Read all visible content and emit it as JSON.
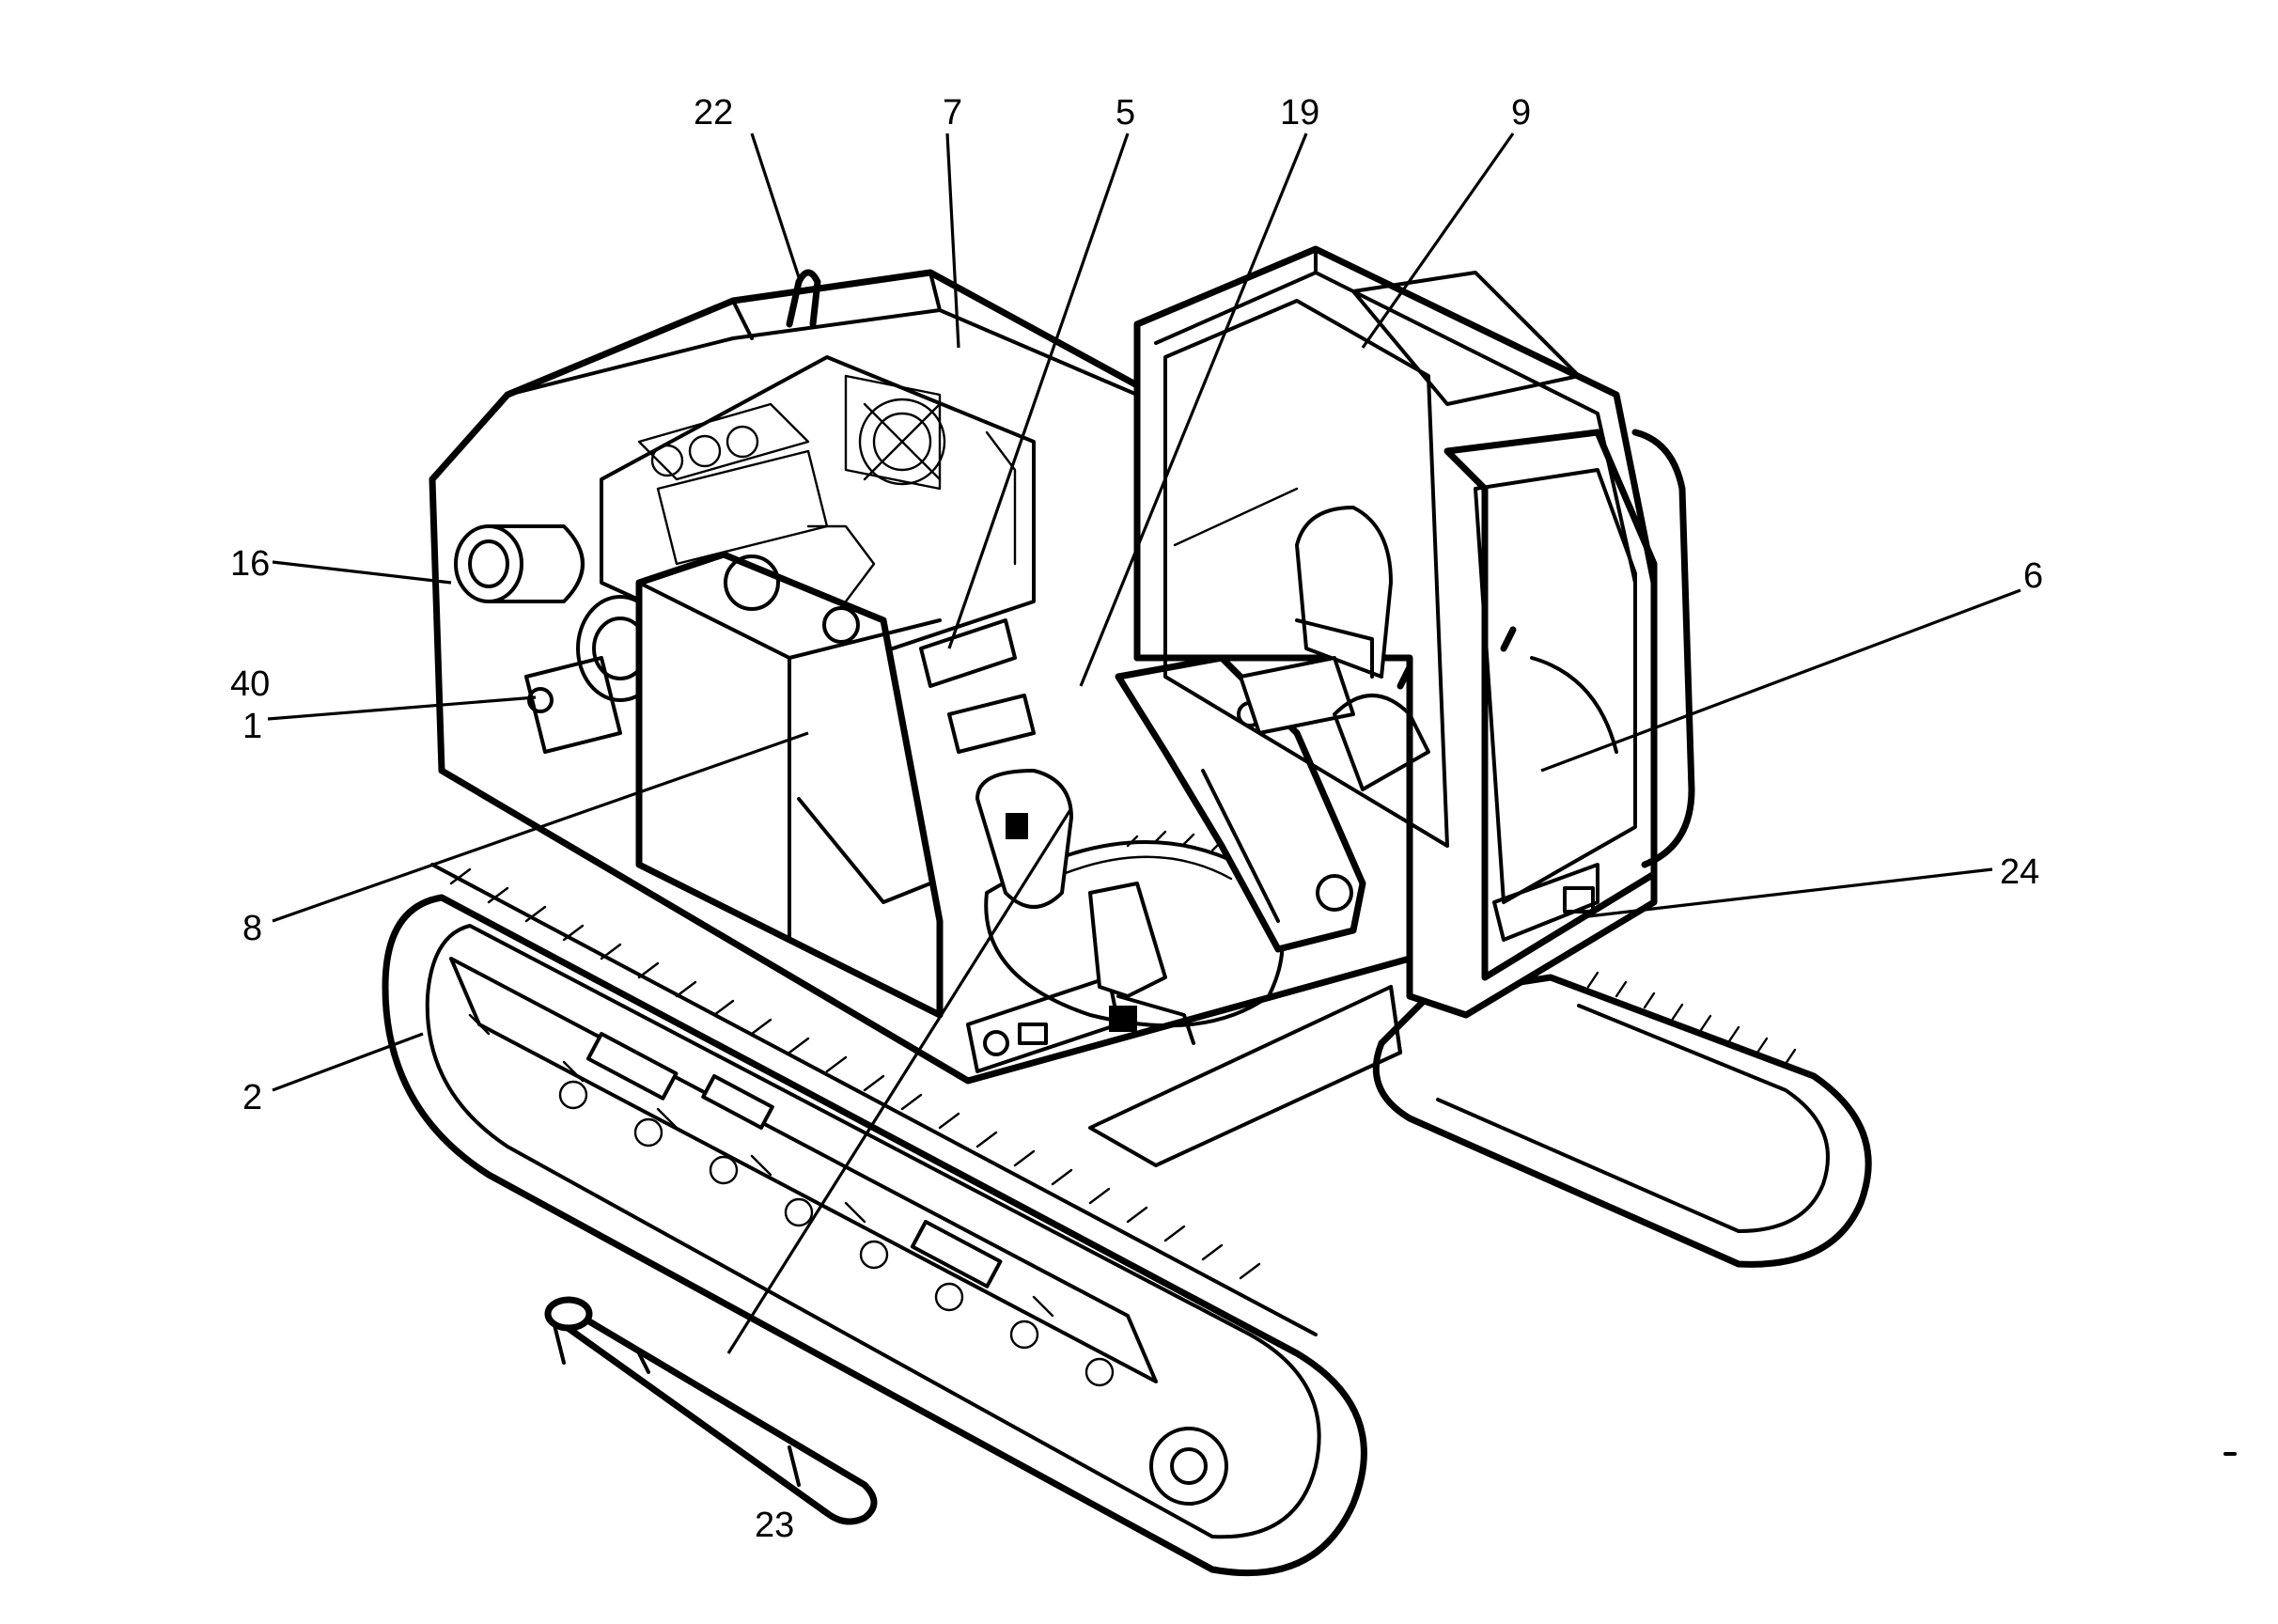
{
  "figure": {
    "callouts": [
      {
        "id": "22",
        "label": "22"
      },
      {
        "id": "7",
        "label": "7"
      },
      {
        "id": "5",
        "label": "5"
      },
      {
        "id": "19",
        "label": "19"
      },
      {
        "id": "9",
        "label": "9"
      },
      {
        "id": "16",
        "label": "16"
      },
      {
        "id": "40",
        "label": "40"
      },
      {
        "id": "1",
        "label": "1"
      },
      {
        "id": "6",
        "label": "6"
      },
      {
        "id": "8",
        "label": "8"
      },
      {
        "id": "24",
        "label": "24"
      },
      {
        "id": "2",
        "label": "2"
      },
      {
        "id": "23",
        "label": "23"
      }
    ],
    "colors": {
      "ink": "#000000",
      "paper": "#ffffff"
    }
  }
}
